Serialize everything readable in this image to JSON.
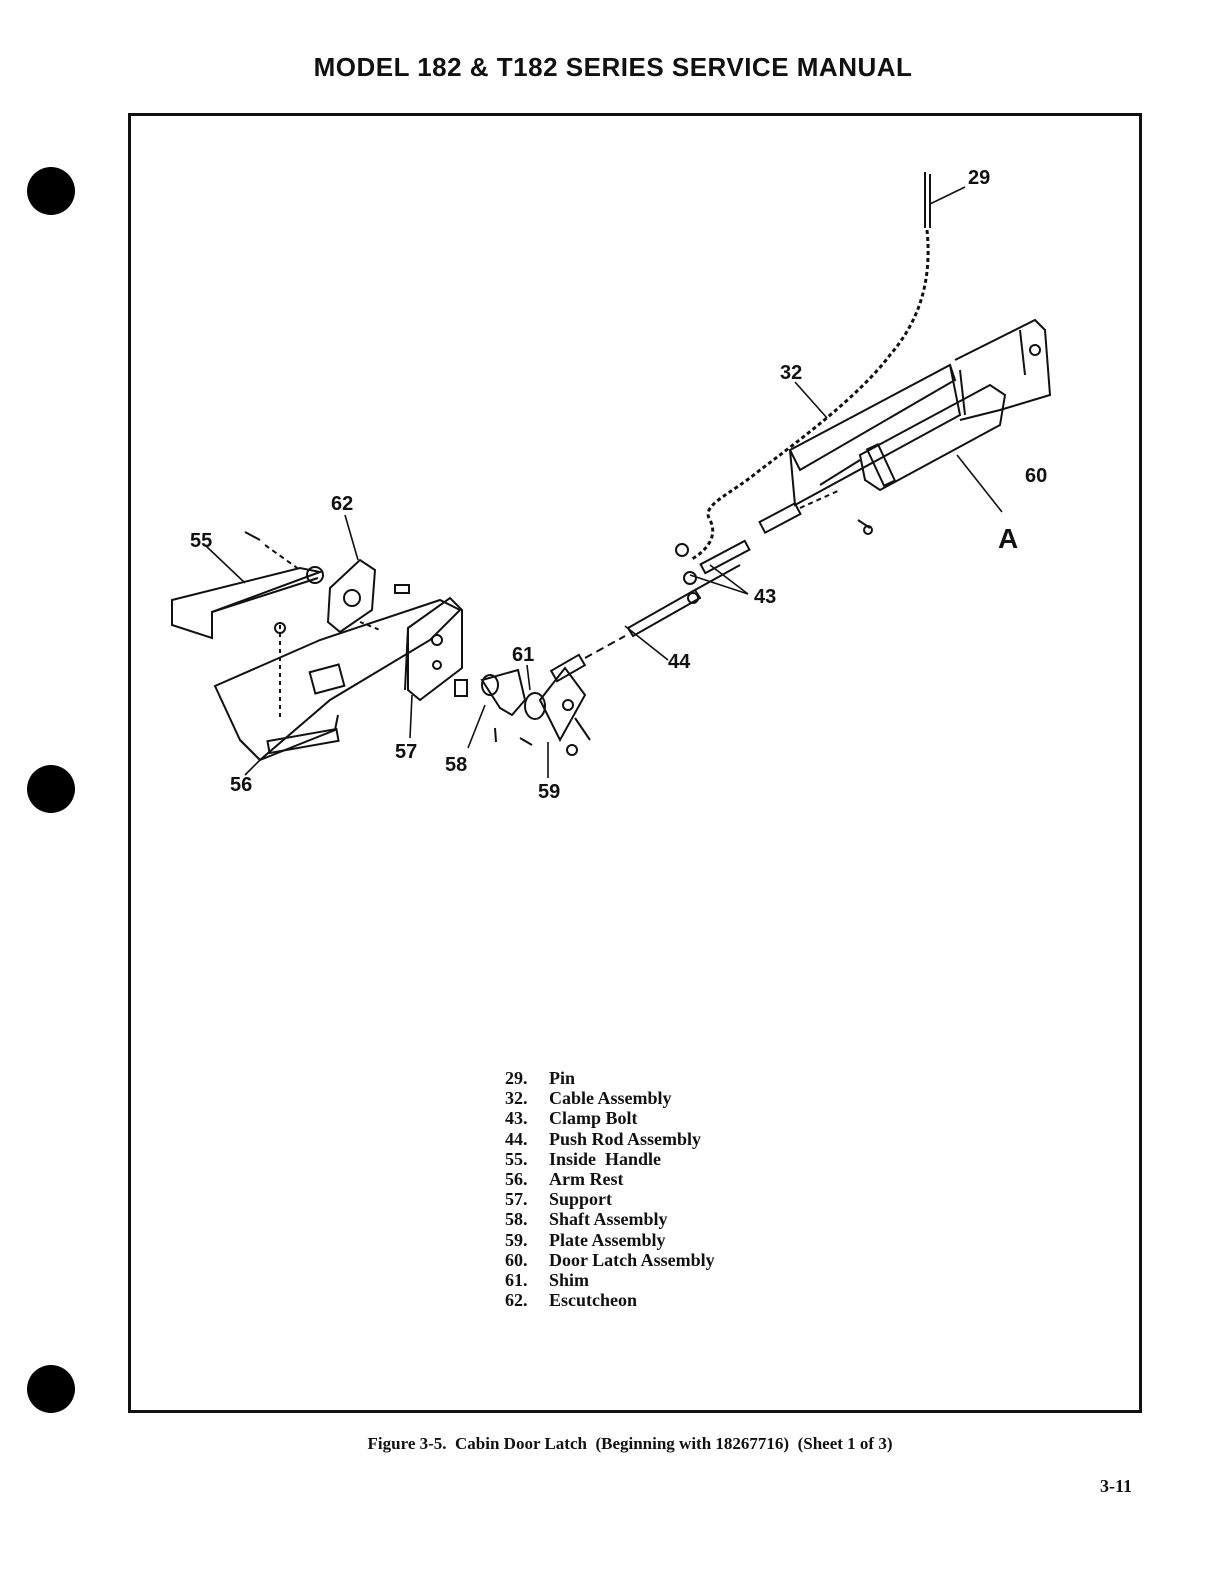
{
  "header": {
    "title": "MODEL 182 & T182 SERIES SERVICE MANUAL"
  },
  "figure": {
    "callouts": {
      "c29": "29",
      "c32": "32",
      "c60": "60",
      "cA": "A",
      "c43": "43",
      "c44": "44",
      "c62": "62",
      "c55": "55",
      "c61": "61",
      "c57": "57",
      "c58": "58",
      "c56": "56",
      "c59": "59"
    },
    "legend": [
      {
        "number": "29.",
        "label": "Pin"
      },
      {
        "number": "32.",
        "label": "Cable Assembly"
      },
      {
        "number": "43.",
        "label": "Clamp Bolt"
      },
      {
        "number": "44.",
        "label": "Push Rod Assembly"
      },
      {
        "number": "55.",
        "label": "Inside  Handle"
      },
      {
        "number": "56.",
        "label": "Arm Rest"
      },
      {
        "number": "57.",
        "label": "Support"
      },
      {
        "number": "58.",
        "label": "Shaft Assembly"
      },
      {
        "number": "59.",
        "label": "Plate Assembly"
      },
      {
        "number": "60.",
        "label": "Door Latch Assembly"
      },
      {
        "number": "61.",
        "label": "Shim"
      },
      {
        "number": "62.",
        "label": "Escutcheon"
      }
    ],
    "caption": "Figure 3-5.  Cabin Door Latch  (Beginning with 18267716)  (Sheet 1 of 3)"
  },
  "footer": {
    "page_number": "3-11"
  }
}
